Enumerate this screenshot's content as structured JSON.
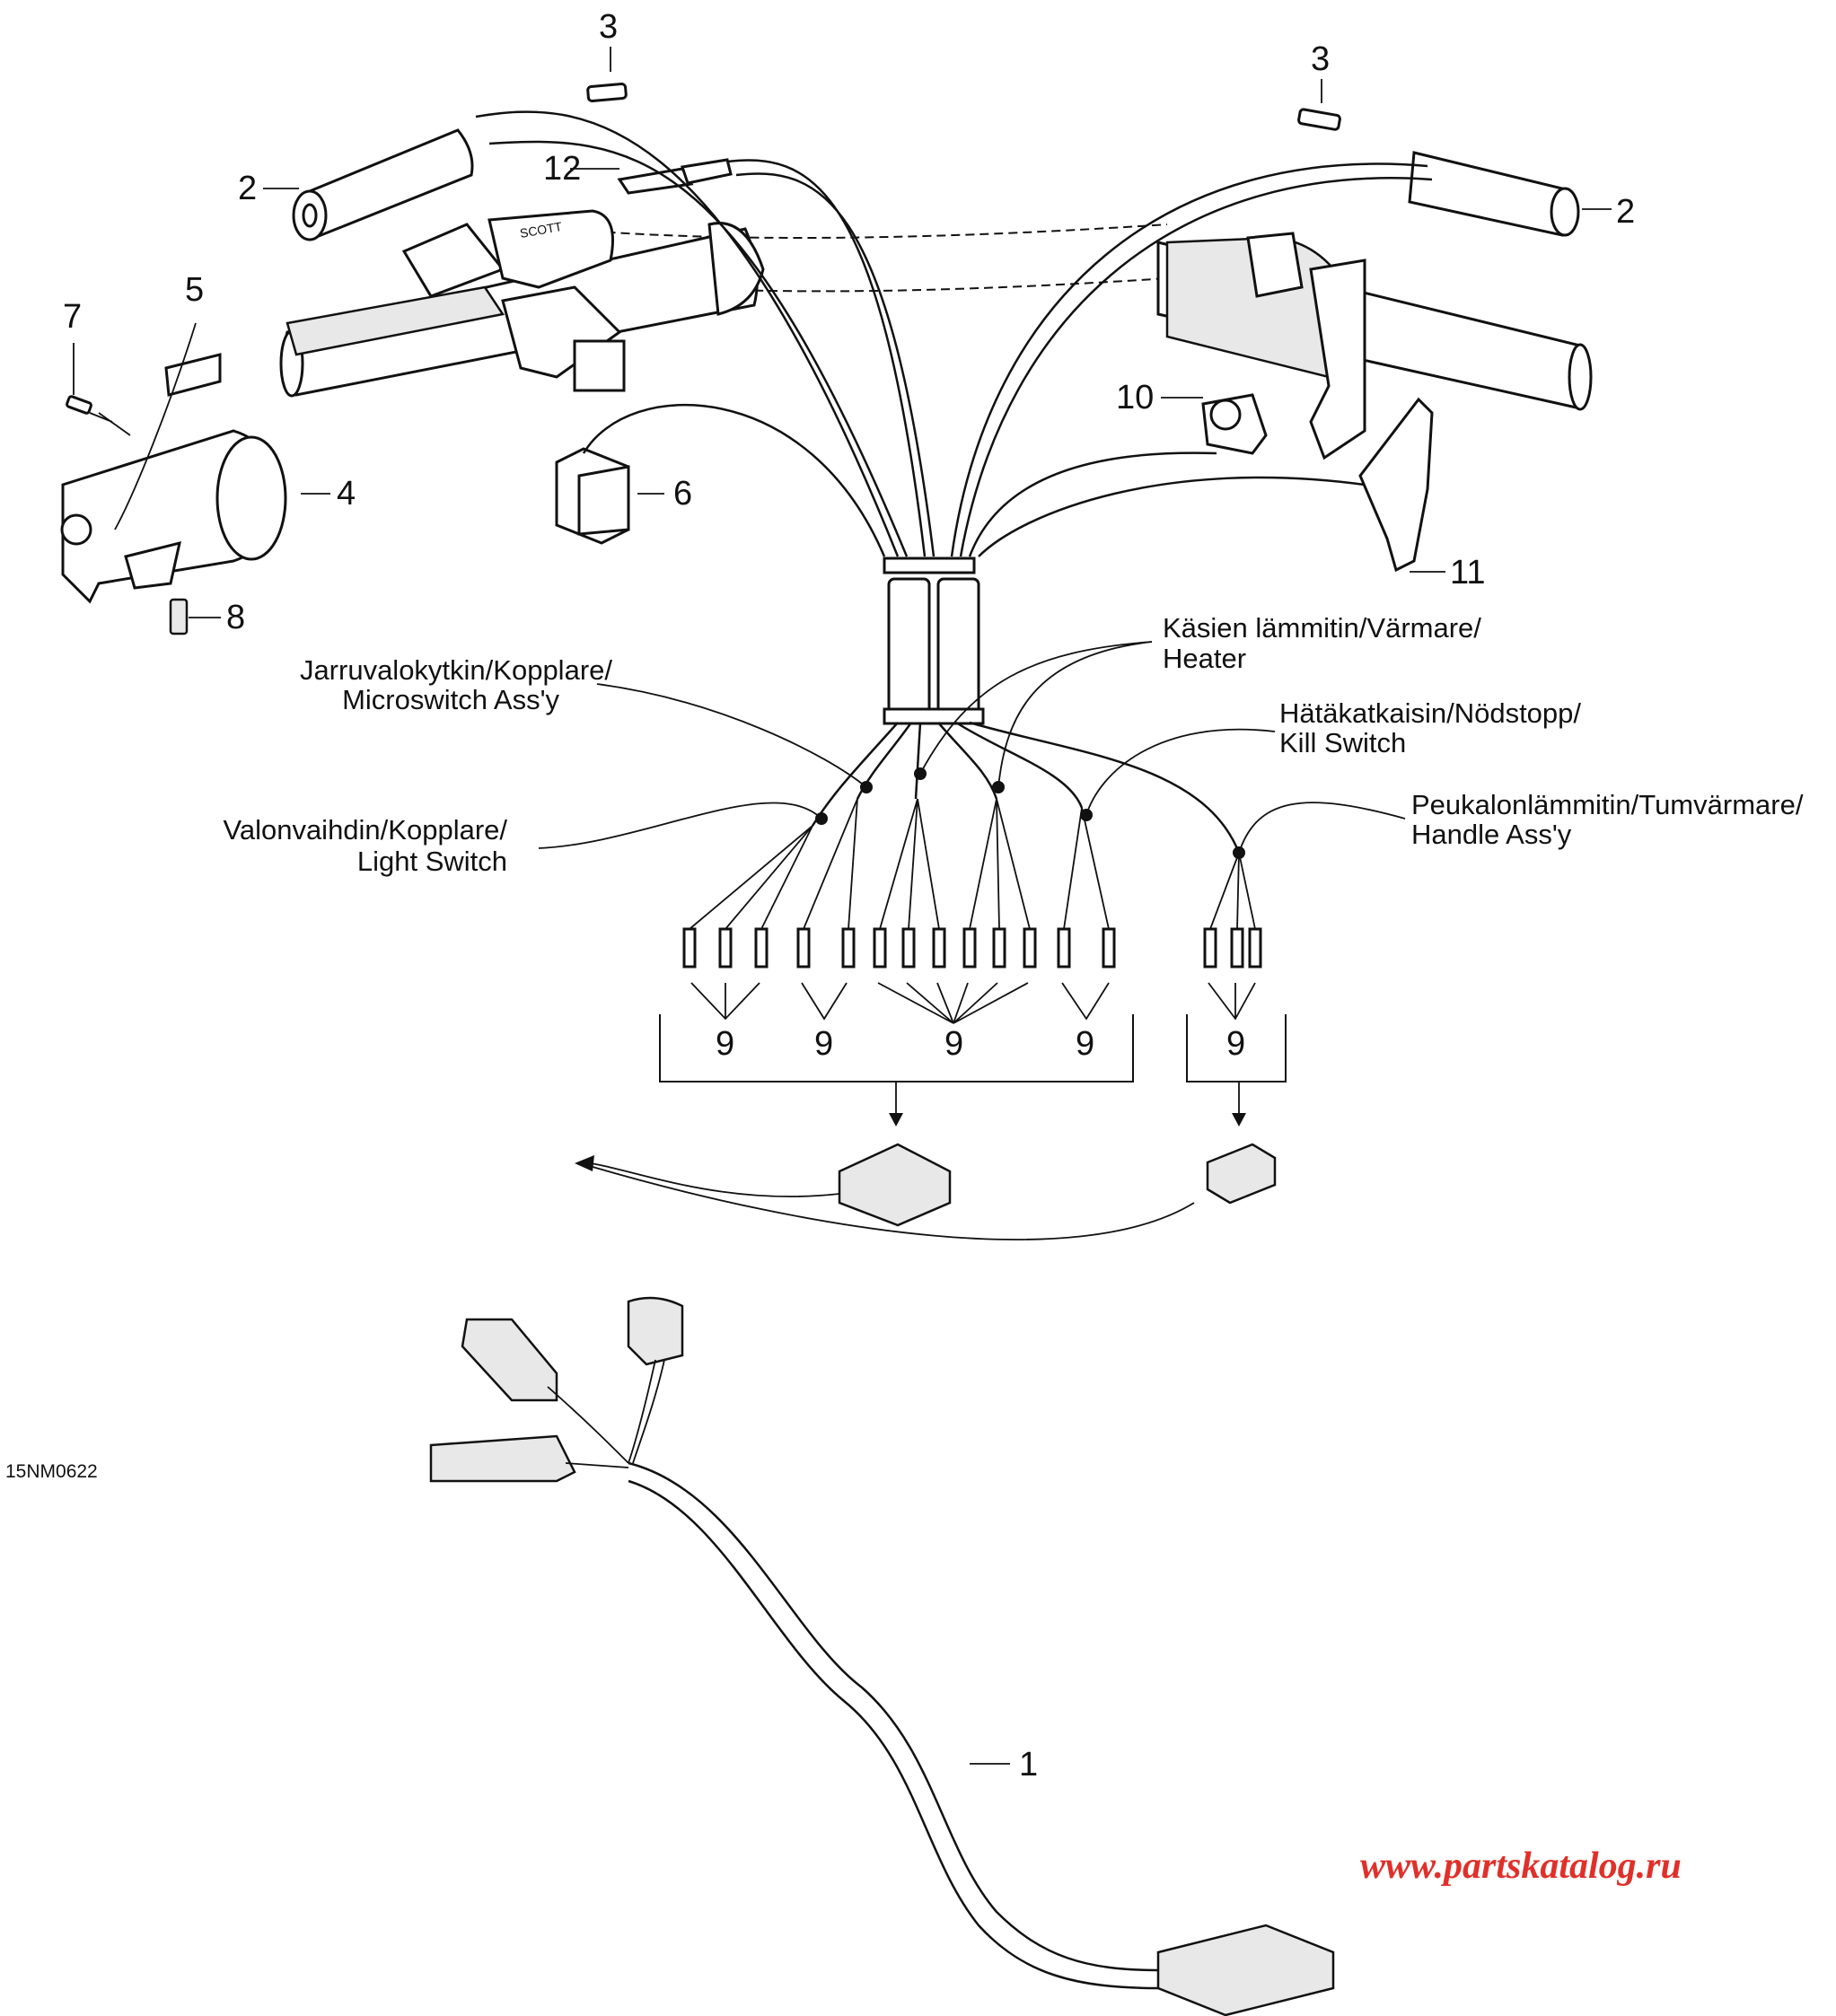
{
  "diagram": {
    "code": "15NM0622",
    "watermark": "www.partskatalog.ru",
    "watermark_color": "#e0302a",
    "callouts": {
      "c1": "1",
      "c2_left": "2",
      "c2_right": "2",
      "c3_left": "3",
      "c3_right": "3",
      "c4": "4",
      "c5": "5",
      "c6": "6",
      "c7": "7",
      "c8": "8",
      "c9": [
        "9",
        "9",
        "9",
        "9",
        "9"
      ],
      "c10": "10",
      "c11": "11",
      "c12": "12"
    },
    "labels": {
      "heater": [
        "Käsien lämmitin/Värmare/",
        "Heater"
      ],
      "microswitch": [
        "Jarruvalokytkin/Kopplare/",
        "Microswitch Ass'y"
      ],
      "kill_switch": [
        "Hätäkatkaisin/Nödstopp/",
        "Kill Switch"
      ],
      "light_switch": [
        "Valonvaihdin/Kopplare/",
        "Light Switch"
      ],
      "handle": [
        "Peukalonlämmitin/Tumvärmare/",
        "Handle Ass'y"
      ]
    }
  }
}
